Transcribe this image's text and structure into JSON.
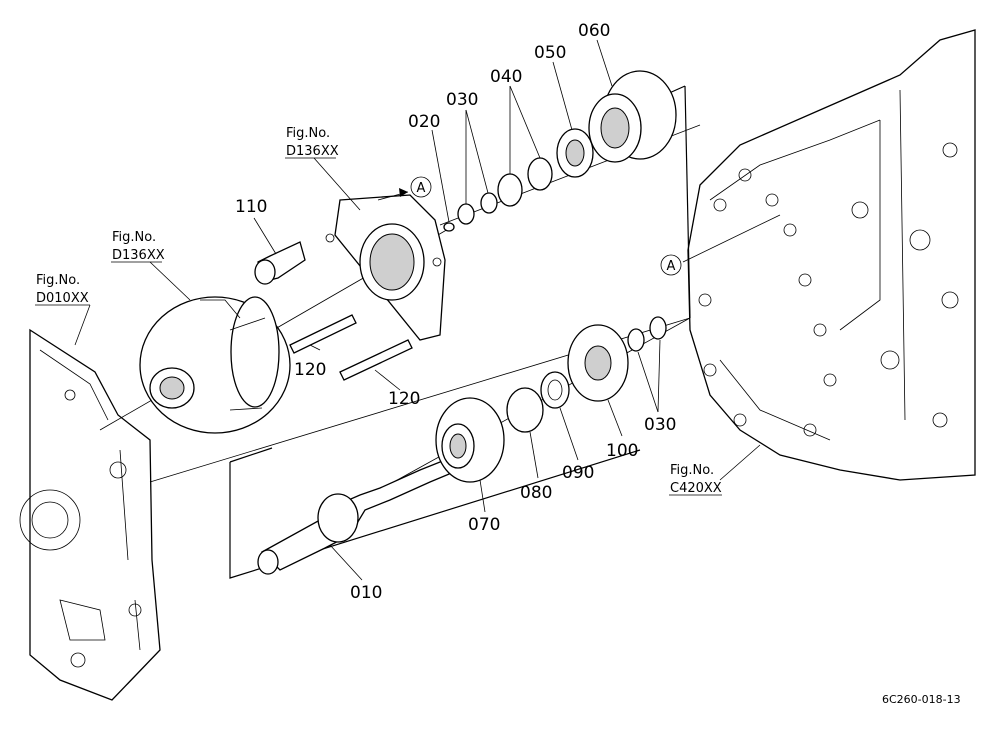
{
  "callouts": {
    "p010": "010",
    "p020": "020",
    "p030_top": "030",
    "p030_right": "030",
    "p040": "040",
    "p050": "050",
    "p060": "060",
    "p070": "070",
    "p080": "080",
    "p090": "090",
    "p100": "100",
    "p110": "110",
    "p120_a": "120",
    "p120_b": "120"
  },
  "refs": {
    "fig_label": "Fig.No.",
    "d136_upper": "D136XX",
    "d136_lower": "D136XX",
    "d010": "D010XX",
    "c420": "C420XX",
    "marker_a": "A"
  },
  "drawing_code": "6C260-018-13"
}
